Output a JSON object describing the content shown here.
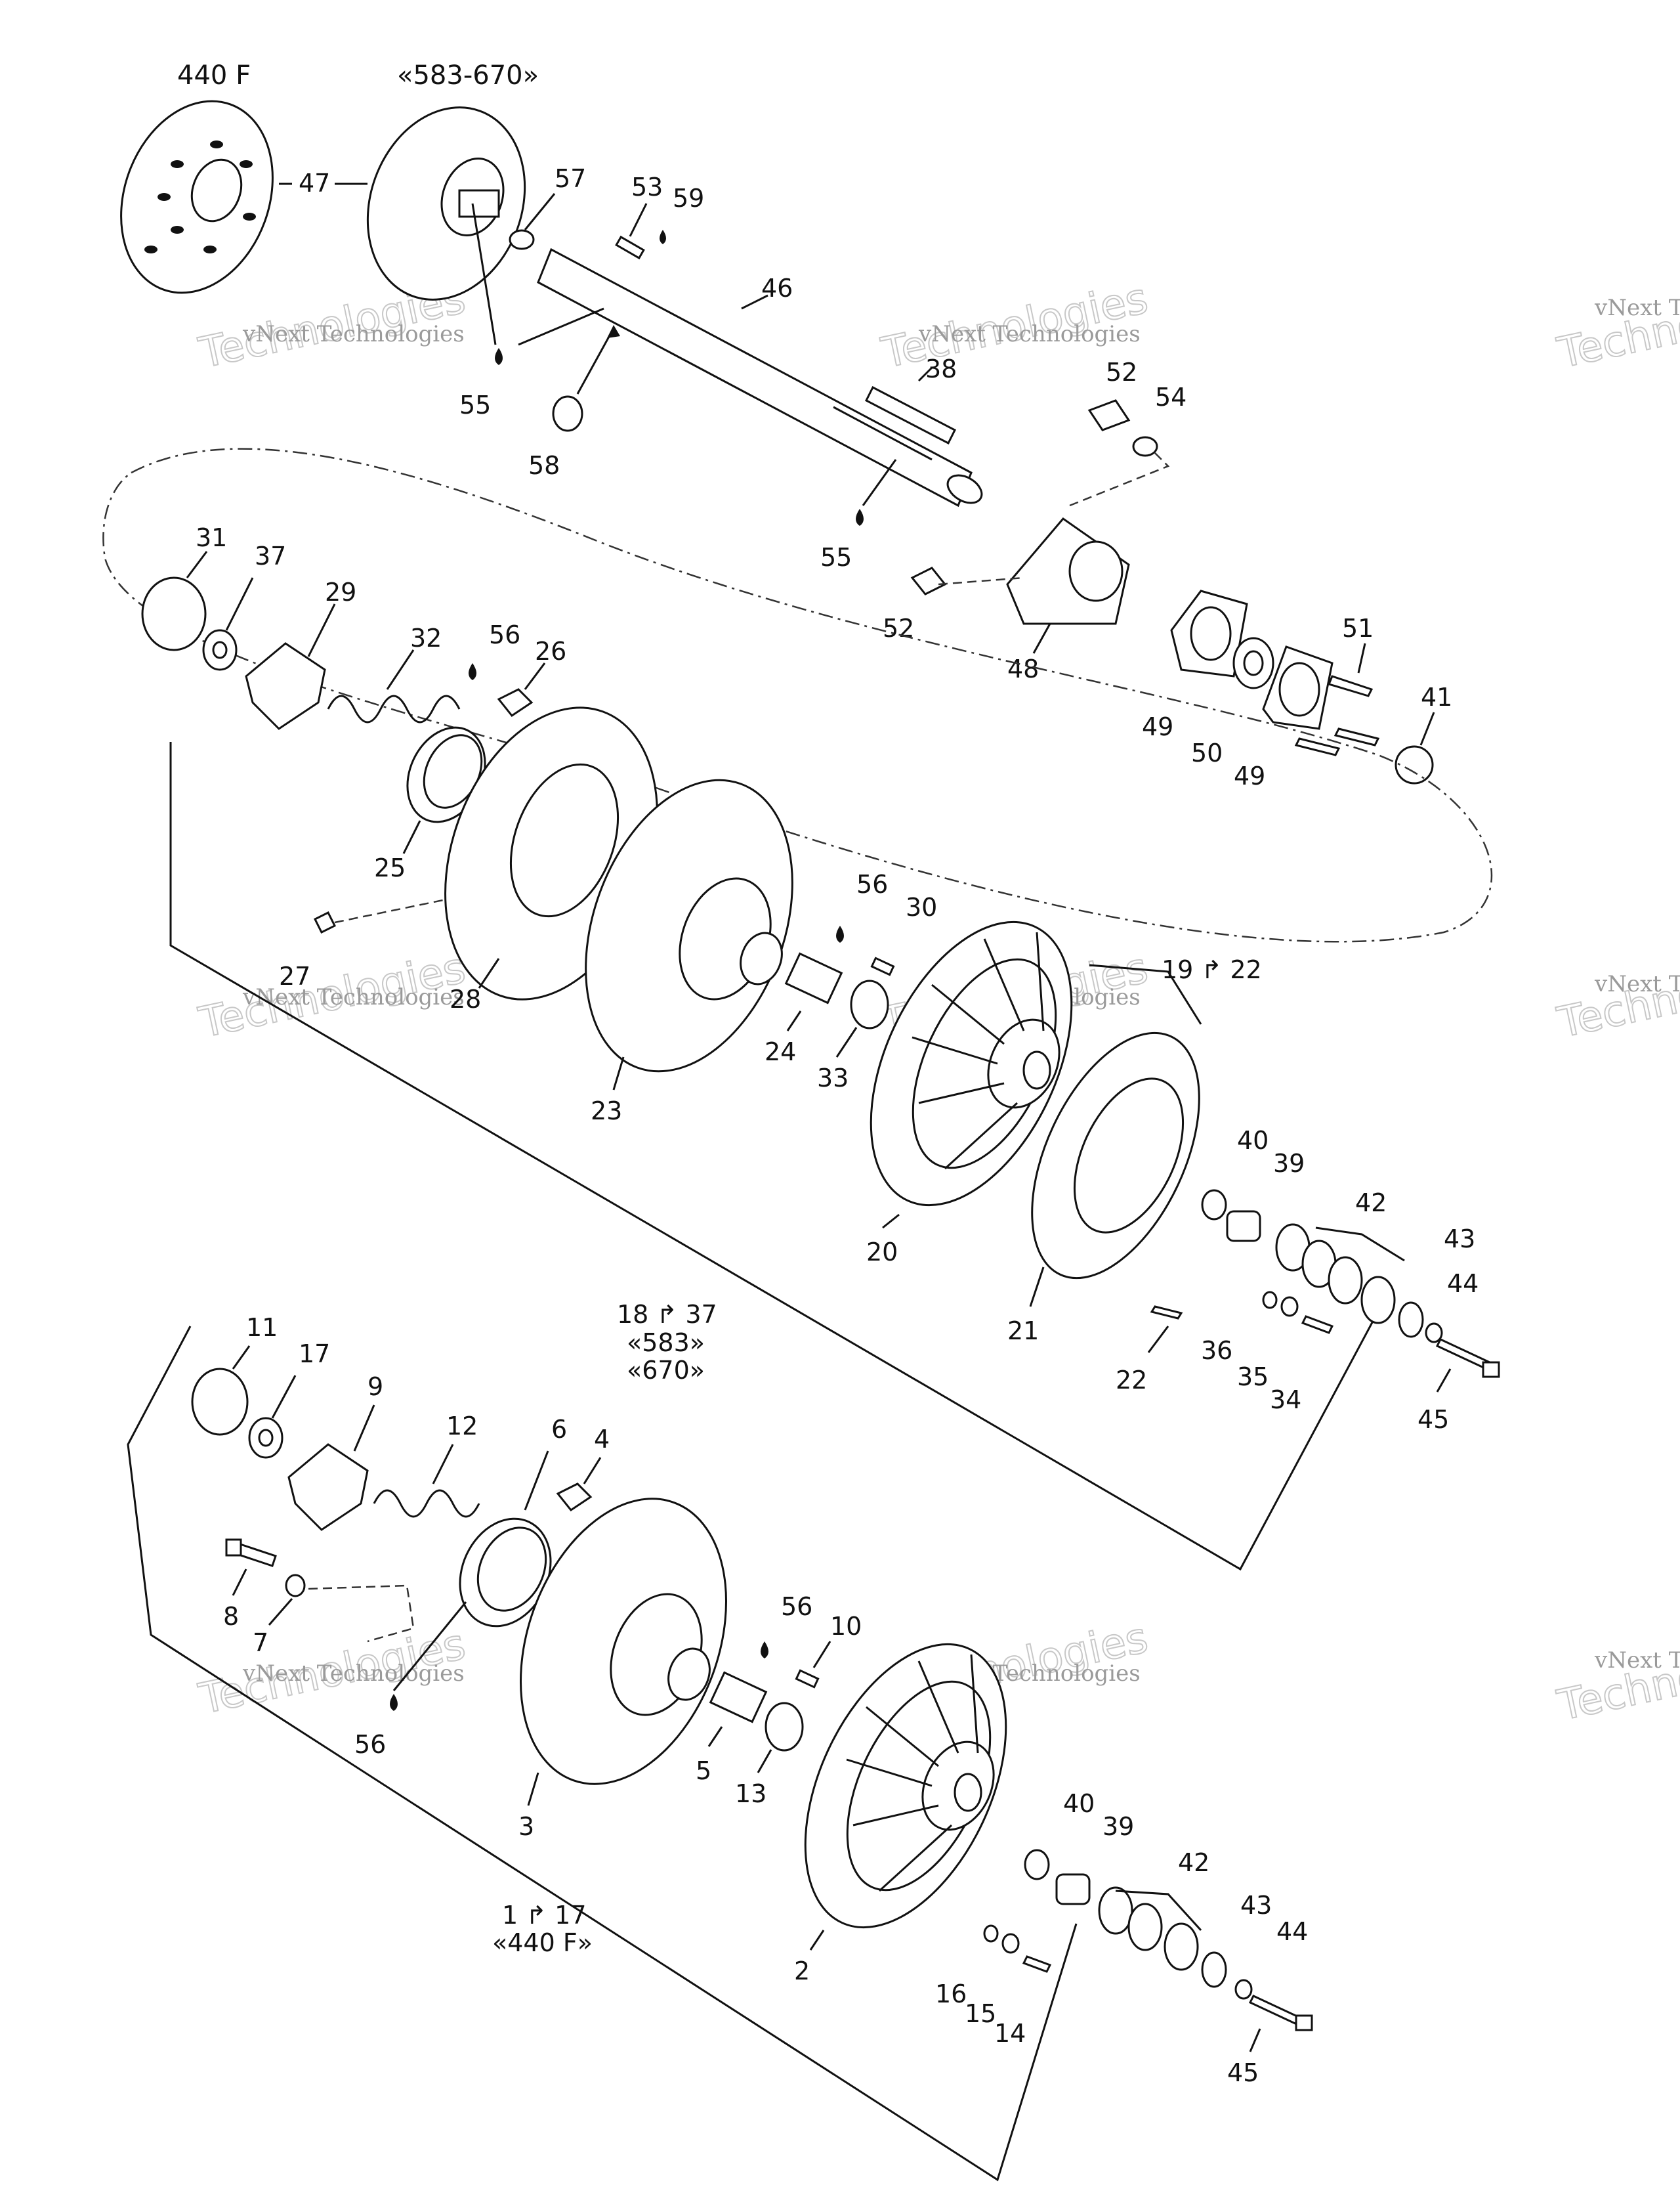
{
  "header_labels": {
    "left": "440 F",
    "right": "«583-670»"
  },
  "watermark": {
    "line1": "vNext Technologies",
    "line2": "Technologies"
  },
  "group_labels": {
    "upper_range": "18 ↱ 37",
    "upper_models_a": "«583»",
    "upper_models_b": "«670»",
    "lower_range": "1 ↱ 17",
    "lower_model": "«440 F»",
    "fixed_sheave_range": "19 ↱ 22"
  },
  "callouts": {
    "c47": "47",
    "c57": "57",
    "c53": "53",
    "c59": "59",
    "c46": "46",
    "c55a": "55",
    "c58": "58",
    "c38": "38",
    "c55b": "55",
    "c52a": "52",
    "c54": "54",
    "c52b": "52",
    "c48": "48",
    "c51": "51",
    "c41": "41",
    "c49a": "49",
    "c50": "50",
    "c49b": "49",
    "c31": "31",
    "c37": "37",
    "c29": "29",
    "c32": "32",
    "c56a": "56",
    "c26": "26",
    "c25": "25",
    "c27": "27",
    "c28": "28",
    "c23": "23",
    "c56b": "56",
    "c30": "30",
    "c24": "24",
    "c33": "33",
    "c20": "20",
    "c21": "21",
    "c40a": "40",
    "c39a": "39",
    "c42a": "42",
    "c43a": "43",
    "c44a": "44",
    "c22": "22",
    "c36": "36",
    "c35": "35",
    "c34": "34",
    "c45a": "45",
    "c11": "11",
    "c17": "17",
    "c9": "9",
    "c12": "12",
    "c6": "6",
    "c4": "4",
    "c8": "8",
    "c7": "7",
    "c56c": "56",
    "c56d": "56",
    "c10": "10",
    "c3": "3",
    "c5": "5",
    "c13": "13",
    "c2": "2",
    "c40b": "40",
    "c39b": "39",
    "c42b": "42",
    "c43b": "43",
    "c44b": "44",
    "c16": "16",
    "c15": "15",
    "c14": "14",
    "c45b": "45"
  }
}
